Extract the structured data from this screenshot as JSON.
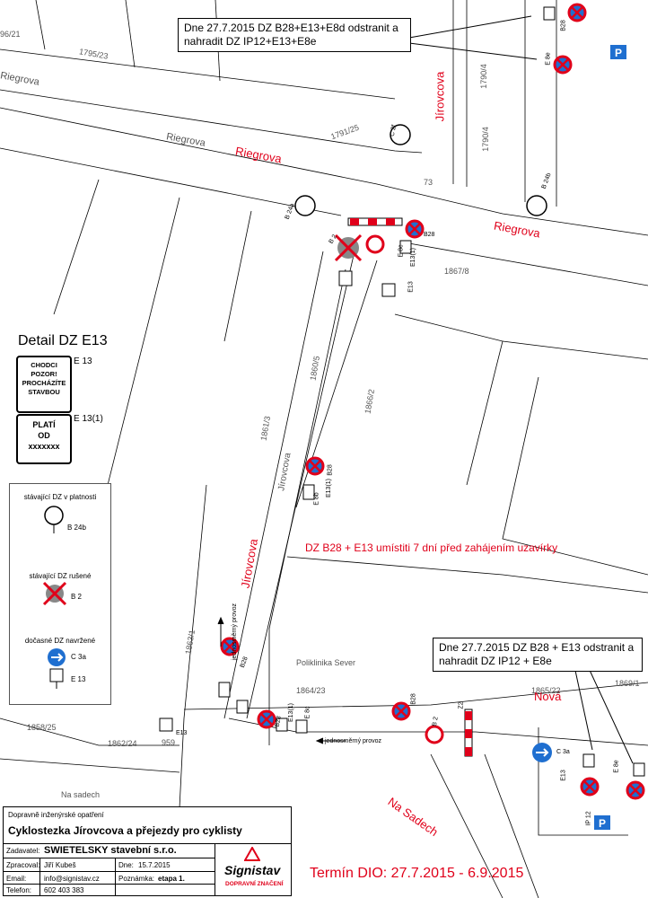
{
  "callouts": {
    "top": "Dne 27.7.2015 DZ B28+E13+E8d odstranit a nahradit DZ IP12+E13+E8e",
    "bottom": "Dne 27.7.2015 DZ B28 + E13 odstranit a nahradit DZ IP12 + E8e"
  },
  "streets": {
    "riegrova_red_1": "Riegrova",
    "riegrova_red_2": "Riegrova",
    "riegrova_gray_1": "Riegrova",
    "riegrova_gray_2": "Riegrova",
    "jirovcova_red_1": "Jírovcova",
    "jirovcova_red_2": "Jírovcova",
    "jirovcova_gray": "Jírovcova",
    "nova_red": "Nová",
    "na_sadech_red": "Na Sadech",
    "na_sadech_gray": "Na sadech",
    "poliklinika": "Poliklinika Sever"
  },
  "parcels": [
    "96/21",
    "1795/23",
    "1790/4",
    "1790/4",
    "1791/25",
    "1867/8",
    "1860/5",
    "1866/2",
    "1861/3",
    "1863/1",
    "1864/23",
    "1865/22",
    "1869/1",
    "1858/25",
    "1862/24",
    "959",
    "73"
  ],
  "notes": {
    "b28_notice": "DZ B28 + E13 umístiti 7 dní před zahájením uzavírky",
    "oneway_1": "jednosměrný provoz",
    "oneway_2": "jednosměrný provoz"
  },
  "detail": {
    "title": "Detail DZ E13",
    "e13_lines": [
      "CHODCI",
      "POZOR!",
      "PROCHÁZÍTE",
      "STAVBOU"
    ],
    "e13_label": "E 13",
    "e13_1_lines": [
      "PLATÍ",
      "OD",
      "xxxxxxx"
    ],
    "e13_1_label": "E 13(1)"
  },
  "legend": {
    "existing": "stávající DZ v platnosti",
    "existing_code": "B 24b",
    "cancelled": "stávající DZ rušené",
    "cancelled_code": "B 2",
    "proposed": "dočasné DZ navržené",
    "proposed_code1": "C 3a",
    "proposed_code2": "E 13"
  },
  "sign_codes": {
    "b28": "B28",
    "e13": "E13",
    "e13_1": "E13(1)",
    "e8c": "E 8c",
    "e8b": "E 8b",
    "b2": "B 2",
    "b24a": "B 24a",
    "b24b": "B 24b",
    "c2f": "C 2f",
    "c3a": "C 3a",
    "ip12": "IP 12",
    "z2": "Z2",
    "e8e": "E 8e"
  },
  "titleblock": {
    "heading": "Dopravně inženýrské opatření",
    "title": "Cyklostezka Jírovcova a přejezdy pro cyklisty",
    "client_label": "Zadavatel:",
    "client": "SWIETELSKY stavební s.r.o.",
    "author_label": "Zpracoval:",
    "author": "Jiří Kubeš",
    "date_label": "Dne:",
    "date": "15.7.2015",
    "email_label": "Email:",
    "email": "info@signistav.cz",
    "note_label": "Poznámka:",
    "note": "etapa 1.",
    "phone_label": "Telefon:",
    "phone": "602 403 383",
    "logo": "Signistav",
    "logo_sub": "DOPRAVNÍ ZNAČENÍ"
  },
  "term": "Termín DIO: 27.7.2015 - 6.9.2015",
  "colors": {
    "red": "#e0001a",
    "blue": "#1f6fd0",
    "line": "#000000",
    "gray": "#555555"
  }
}
